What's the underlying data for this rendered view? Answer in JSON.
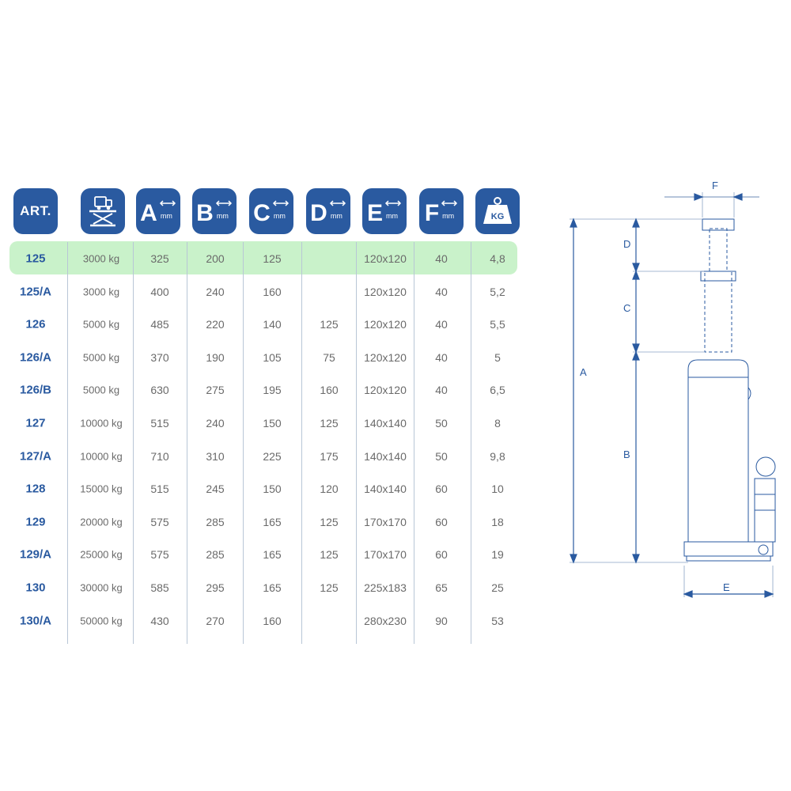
{
  "header": {
    "art_label": "ART.",
    "letters": [
      "A",
      "B",
      "C",
      "D",
      "E",
      "F"
    ],
    "unit": "mm",
    "weight_label": "KG"
  },
  "icons": {
    "load": "car-lift-icon",
    "weight": "weight-kg-icon",
    "arrow": "double-arrow-icon"
  },
  "colors": {
    "accent": "#2a5aa0",
    "highlight": "#c9f2ca",
    "text": "#6a6a6a"
  },
  "rows": [
    [
      "125",
      "3000 kg",
      "325",
      "200",
      "125",
      "",
      "120x120",
      "40",
      "4,8"
    ],
    [
      "125/A",
      "3000 kg",
      "400",
      "240",
      "160",
      "",
      "120x120",
      "40",
      "5,2"
    ],
    [
      "126",
      "5000 kg",
      "485",
      "220",
      "140",
      "125",
      "120x120",
      "40",
      "5,5"
    ],
    [
      "126/A",
      "5000 kg",
      "370",
      "190",
      "105",
      "75",
      "120x120",
      "40",
      "5"
    ],
    [
      "126/B",
      "5000 kg",
      "630",
      "275",
      "195",
      "160",
      "120x120",
      "40",
      "6,5"
    ],
    [
      "127",
      "10000 kg",
      "515",
      "240",
      "150",
      "125",
      "140x140",
      "50",
      "8"
    ],
    [
      "127/A",
      "10000 kg",
      "710",
      "310",
      "225",
      "175",
      "140x140",
      "50",
      "9,8"
    ],
    [
      "128",
      "15000 kg",
      "515",
      "245",
      "150",
      "120",
      "140x140",
      "60",
      "10"
    ],
    [
      "129",
      "20000 kg",
      "575",
      "285",
      "165",
      "125",
      "170x170",
      "60",
      "18"
    ],
    [
      "129/A",
      "25000 kg",
      "575",
      "285",
      "165",
      "125",
      "170x170",
      "60",
      "19"
    ],
    [
      "130",
      "30000 kg",
      "585",
      "295",
      "165",
      "125",
      "225x183",
      "65",
      "25"
    ],
    [
      "130/A",
      "50000 kg",
      "430",
      "270",
      "160",
      "",
      "280x230",
      "90",
      "53"
    ]
  ],
  "drawing": {
    "labels": {
      "A": "A",
      "B": "B",
      "C": "C",
      "D": "D",
      "E": "E",
      "F": "F"
    }
  }
}
